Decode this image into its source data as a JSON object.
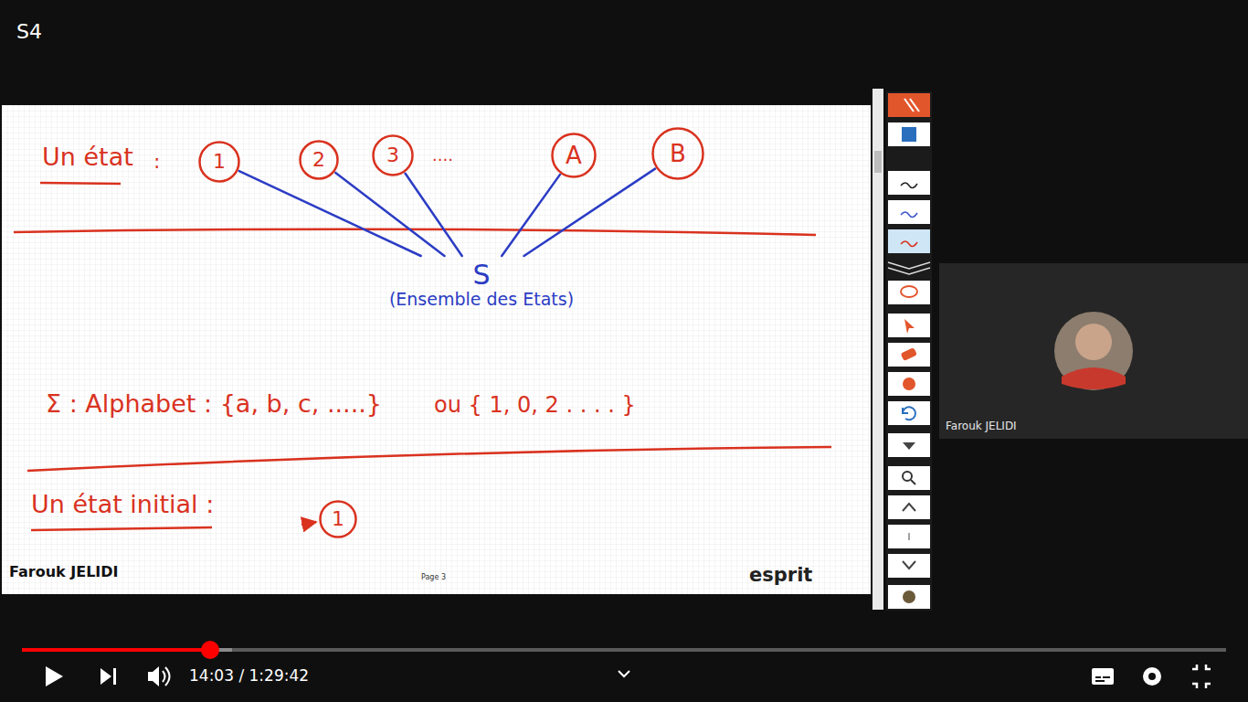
{
  "diagram": {
    "nodes": [
      {
        "text": [
          "1"
        ]
      },
      {
        "text": [
          "2"
        ]
      },
      {
        "text": [
          "3"
        ]
      },
      {
        "text": [
          "A"
        ]
      },
      {
        "text": [
          "B"
        ]
      },
      {
        "text": [
          "S",
          "(Ensemble des Etats)"
        ]
      },
      {
        "text": [
          "1"
        ]
      }
    ],
    "edges": [
      {
        "from": 0,
        "to": 5,
        "arrow": "none"
      },
      {
        "from": 1,
        "to": 5,
        "arrow": "none"
      },
      {
        "from": 2,
        "to": 5,
        "arrow": "none"
      },
      {
        "from": 3,
        "to": 5,
        "arrow": "none"
      },
      {
        "from": 4,
        "to": 5,
        "arrow": "none"
      }
    ],
    "labels": [
      "S4",
      "Un état",
      ":",
      "....",
      "Σ : Alphabet : {a, b, c, .....}",
      "ou { 1, 0, 2 . . . . }",
      "Un état initial :",
      "Farouk JELIDI",
      "Page 3",
      "esprit",
      "Farouk JELIDI",
      "14:03 / 1:29:42"
    ]
  }
}
